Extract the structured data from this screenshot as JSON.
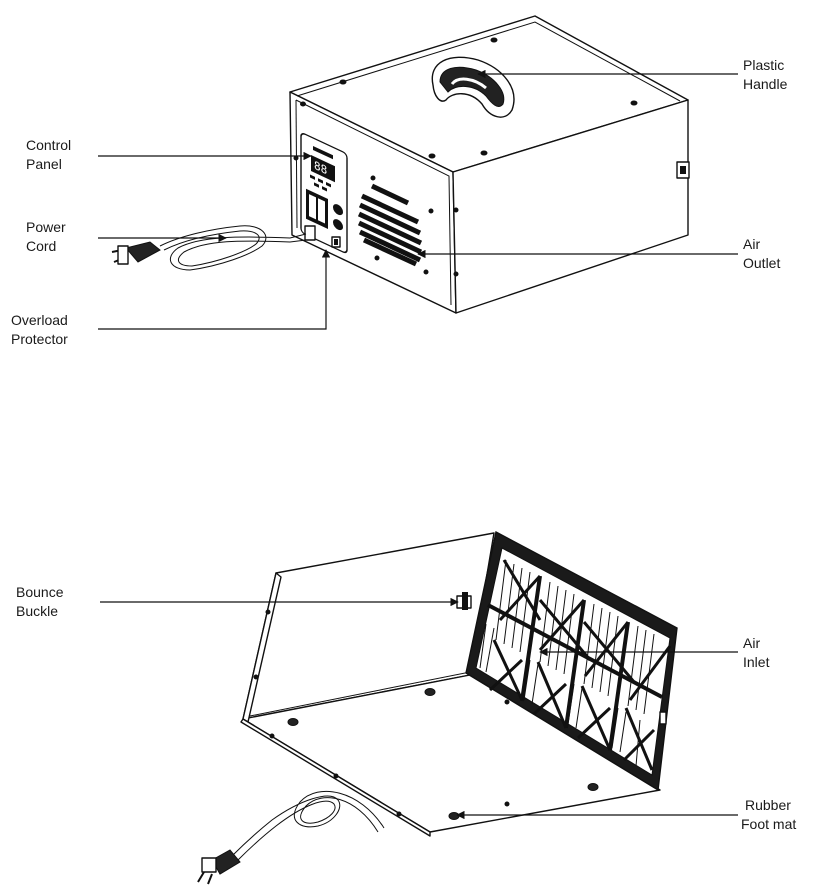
{
  "labels": {
    "plastic_handle": [
      "Plastic",
      "Handle"
    ],
    "control_panel": [
      "Control",
      "Panel"
    ],
    "power_cord": [
      "Power",
      "Cord"
    ],
    "air_outlet": [
      "Air",
      "Outlet"
    ],
    "overload_protector": [
      "Overload",
      "Protector"
    ],
    "bounce_buckle": [
      "Bounce",
      "Buckle"
    ],
    "air_inlet": [
      "Air",
      "Inlet"
    ],
    "rubber_foot_mat": [
      "Rubber",
      "Foot mat"
    ]
  },
  "panel_display": "88"
}
